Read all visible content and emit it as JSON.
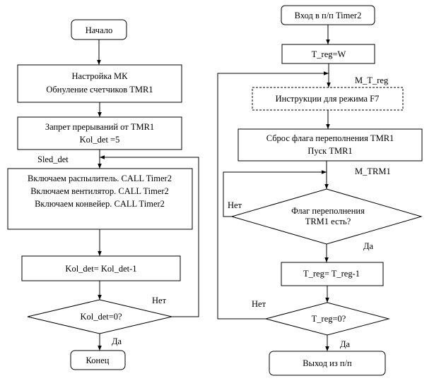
{
  "left": {
    "start": "Начало",
    "setup": [
      "Настройка МК",
      "Обнуление счетчиков TMR1"
    ],
    "disable_int": [
      "Запрет прерываний от TMR1",
      "Kol_det =5"
    ],
    "label_sled": "Sled_det",
    "actions": [
      "Включаем распылитель. CALL Timer2",
      "Включаем вентилятор. CALL Timer2",
      "Включаем конвейер. CALL Timer2"
    ],
    "decrement": "Kol_det= Kol_det-1",
    "condition": "Kol_det=0?",
    "no": "Нет",
    "yes": "Да",
    "end": "Конец"
  },
  "right": {
    "entry": "Вход в п/п Timer2",
    "assign": "T_reg=W",
    "label_mtreg": "M_T_reg",
    "instructions": "Инструкции для режима F7",
    "reset_flag": [
      "Сброс флага переполнения TMR1",
      "Пуск TMR1"
    ],
    "label_mtrm": "M_TRM1",
    "flag_check": [
      "Флаг переполнения",
      "TRM1 есть?"
    ],
    "no_flag": "Нет",
    "yes_flag": "Да",
    "decrement": "T_reg= T_reg-1",
    "condition": "T_reg=0?",
    "no": "Нет",
    "yes": "Да",
    "exit": "Выход из п/п"
  }
}
